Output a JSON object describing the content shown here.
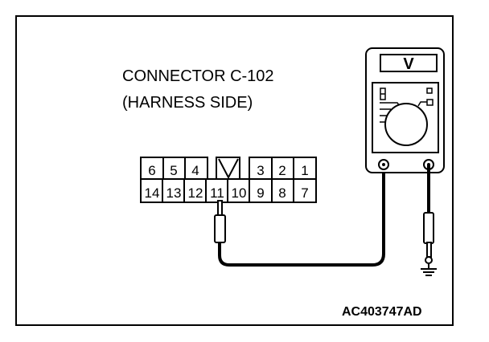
{
  "title_line1": "CONNECTOR C-102",
  "title_line2": "(HARNESS SIDE)",
  "connector": {
    "top_row": [
      "6",
      "5",
      "4",
      "3",
      "2",
      "1"
    ],
    "bottom_row": [
      "14",
      "13",
      "12",
      "11",
      "10",
      "9",
      "8",
      "7"
    ]
  },
  "meter": {
    "display": "V"
  },
  "figure_id": "AC403747AD",
  "colors": {
    "ink": "#000000",
    "background": "#ffffff"
  }
}
